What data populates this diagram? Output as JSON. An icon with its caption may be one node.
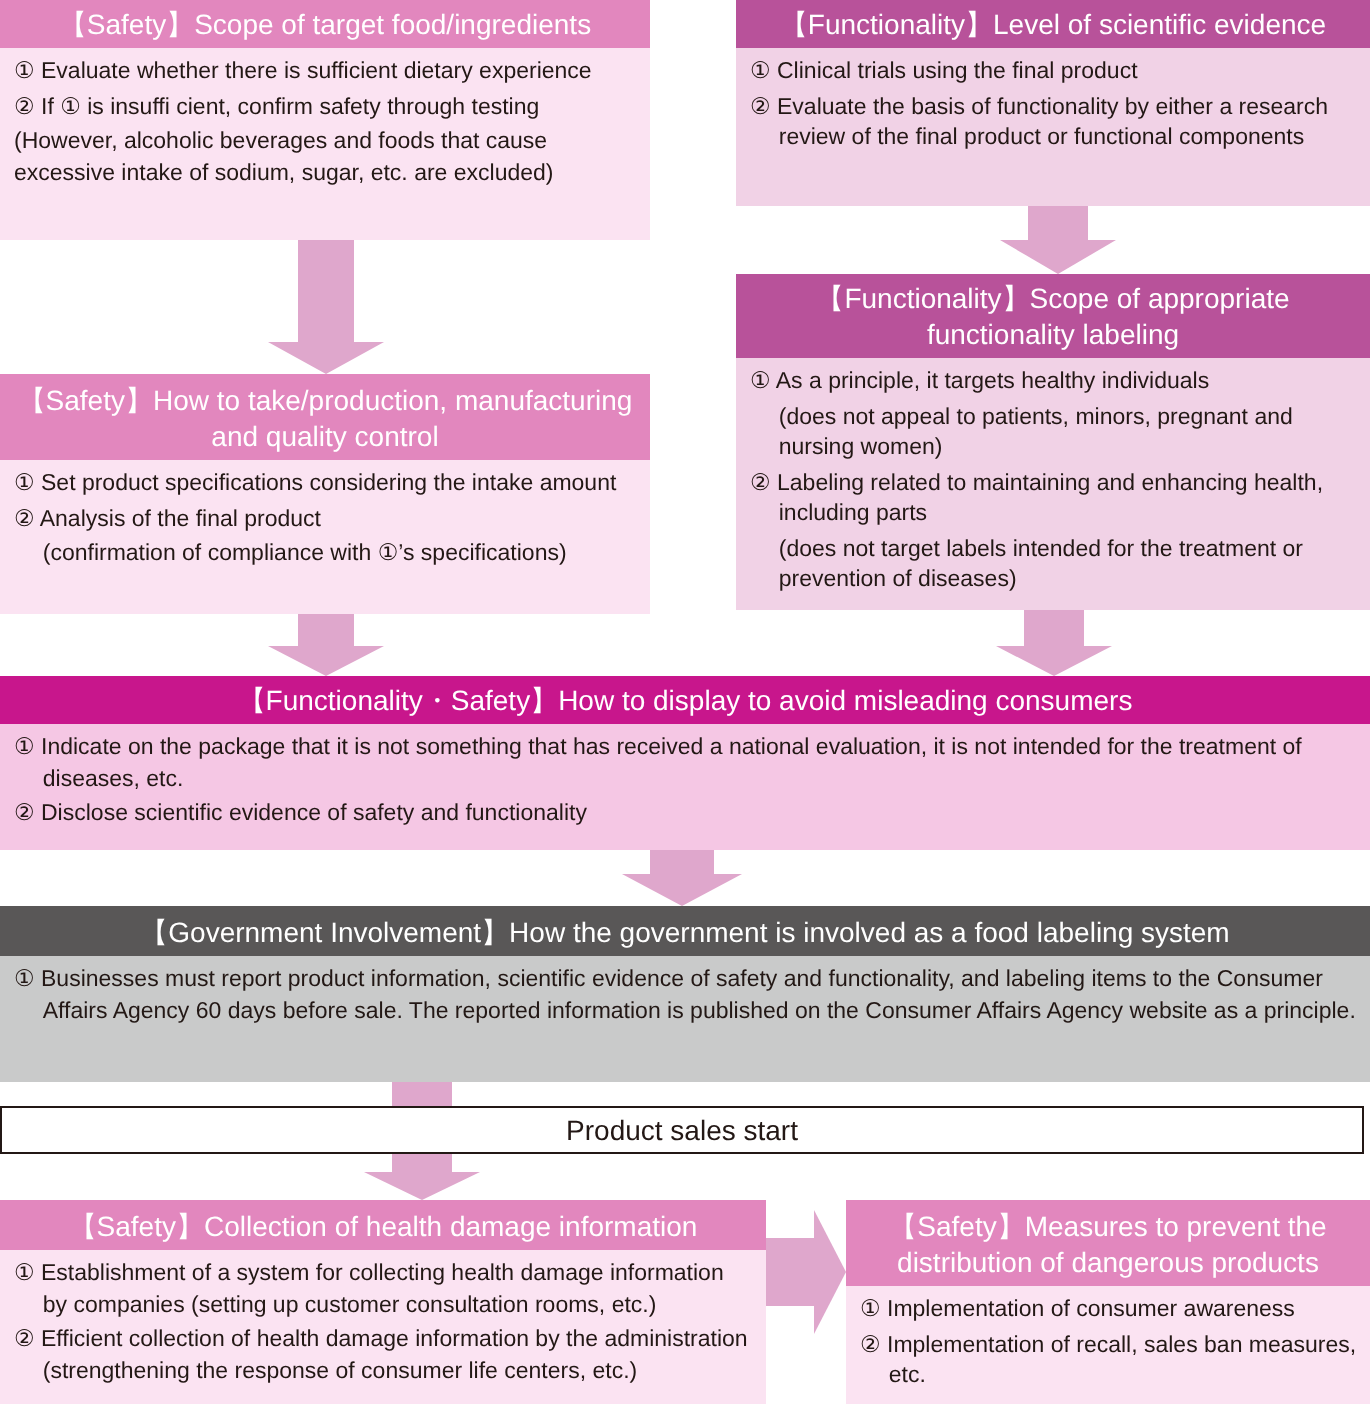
{
  "diagram": {
    "nodes": [
      {
        "text": [
          "【Safety】Scope of target food/ingredients",
          "① Evaluate whether there is sufficient dietary experience",
          "② If ① is insuffi cient, confirm safety through testing",
          "(However, alcoholic beverages and foods that cause excessive intake of sodium, sugar, etc. are excluded)"
        ]
      },
      {
        "text": [
          "【Functionality】Level of scientific evidence",
          "① Clinical trials using the final product",
          "② Evaluate the basis of functionality by either a research review of the final product or functional components"
        ]
      },
      {
        "text": [
          "【Safety】How to take/production, manufacturing and quality control",
          "① Set product specifications considering the intake amount",
          "② Analysis of the final product",
          "(confirmation of compliance with ①’s specifications)"
        ]
      },
      {
        "text": [
          "【Functionality】Scope of appropriate functionality labeling",
          "① As a principle, it targets healthy individuals",
          "(does not appeal to patients, minors, pregnant and nursing women)",
          "② Labeling related to maintaining and enhancing health, including parts",
          "(does not target labels intended for the treatment or prevention of diseases)"
        ]
      },
      {
        "text": [
          "【Functionality・Safety】How to display to avoid misleading consumers",
          "① Indicate on the package that it is not something that has received a national evaluation, it is not intended for the treatment of diseases, etc.",
          "② Disclose scientific evidence of safety and functionality"
        ]
      },
      {
        "text": [
          "【Government Involvement】How the government is involved as a food labeling system",
          "① Businesses must report product information, scientific evidence of safety and functionality, and labeling items to the Consumer Affairs Agency 60 days before sale. The reported information is published on the Consumer Affairs Agency website as a principle."
        ]
      },
      {
        "text": [
          "Product sales start"
        ]
      },
      {
        "text": [
          "【Safety】Collection of health damage information",
          "① Establishment of a system for collecting health damage information by companies (setting up customer consultation rooms, etc.)",
          "② Efficient collection of health damage information by the administration (strengthening the response of consumer life centers, etc.)"
        ]
      },
      {
        "text": [
          "【Safety】Measures to prevent the distribution of dangerous products",
          "① Implementation of consumer awareness",
          "② Implementation of recall, sales ban measures, etc."
        ]
      }
    ],
    "edges": [
      {
        "from": 0,
        "to": 2,
        "arrow": "to"
      },
      {
        "from": 1,
        "to": 3,
        "arrow": "to"
      },
      {
        "from": 2,
        "to": 4,
        "arrow": "to"
      },
      {
        "from": 3,
        "to": 4,
        "arrow": "to"
      },
      {
        "from": 4,
        "to": 5,
        "arrow": "to"
      },
      {
        "from": 5,
        "to": 6,
        "arrow": "none"
      },
      {
        "from": 6,
        "to": 7,
        "arrow": "to"
      },
      {
        "from": 7,
        "to": 8,
        "arrow": "to"
      }
    ]
  }
}
